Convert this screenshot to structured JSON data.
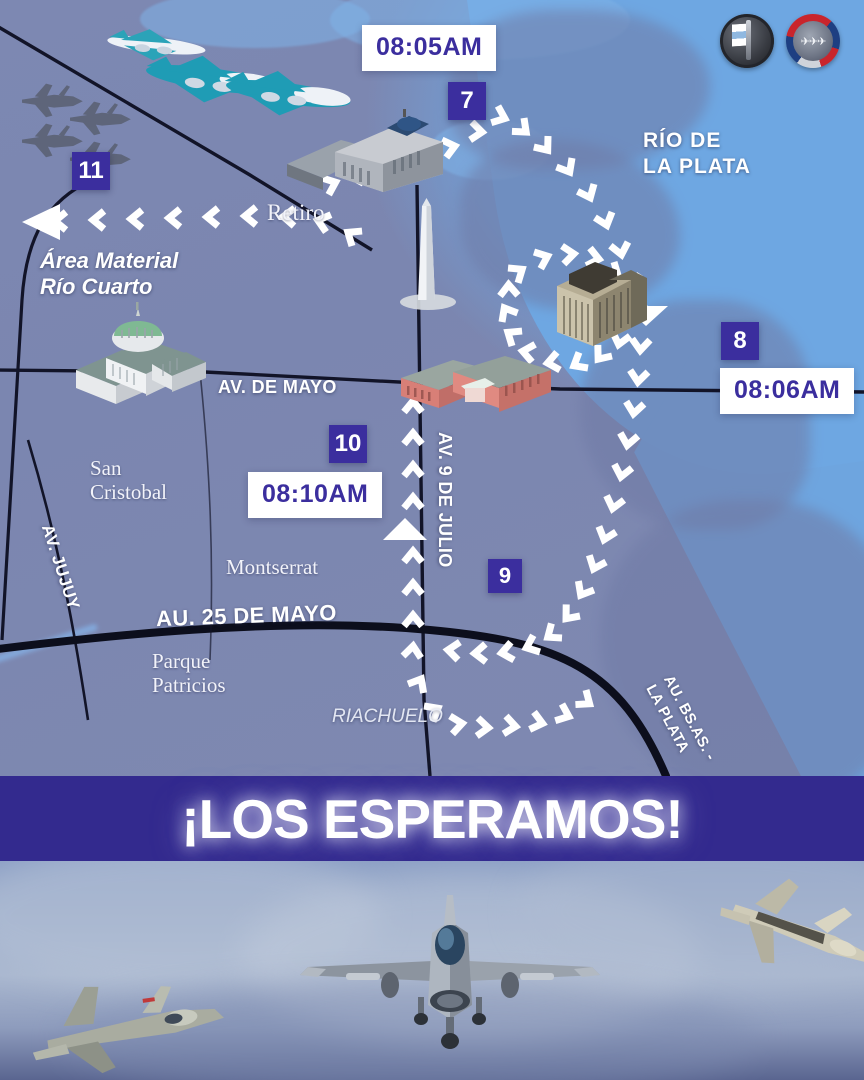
{
  "poster": {
    "banner_text": "¡LOS ESPERAMOS!",
    "accent_indigo": "#3b2e9e",
    "banner_bg": "#332a8e",
    "land_color": "#7b86b0",
    "water_color": "#6ea7e2",
    "label_white": "#ffffff"
  },
  "map": {
    "region_labels": [
      {
        "id": "rio-de-la-plata",
        "text": "RÍO DE\nLA PLATA",
        "line1": "RÍO DE",
        "line2": "LA PLATA"
      },
      {
        "id": "retiro",
        "text": "Retiro"
      },
      {
        "id": "san-cristobal",
        "line1": "San",
        "line2": "Cristobal"
      },
      {
        "id": "montserrat",
        "text": "Montserrat"
      },
      {
        "id": "parque-patricios",
        "line1": "Parque",
        "line2": "Patricios"
      },
      {
        "id": "riachuelo",
        "text": "RIACHUELO"
      }
    ],
    "area_material": {
      "line1": "Área Material",
      "line2": "Río Cuarto"
    },
    "avenues": [
      {
        "id": "av-de-mayo",
        "text": "AV. DE MAYO"
      },
      {
        "id": "av-9-de-julio",
        "text": "AV. 9 DE JULIO"
      },
      {
        "id": "av-jujuy",
        "text": "AV. JUJUY"
      },
      {
        "id": "au-25-de-mayo",
        "text": "AU. 25 DE MAYO"
      },
      {
        "id": "au-bsas-la-plata",
        "line1": "AU. BS.AS. -",
        "line2": "LA PLATA"
      }
    ],
    "waypoints": [
      {
        "number": "7",
        "time": "08:05AM"
      },
      {
        "number": "8",
        "time": "08:06AM"
      },
      {
        "number": "9",
        "time": ""
      },
      {
        "number": "10",
        "time": "08:10AM"
      },
      {
        "number": "11",
        "time": ""
      }
    ],
    "badge_7": "7",
    "badge_8": "8",
    "badge_9": "9",
    "badge_10": "10",
    "badge_11": "11",
    "time_7": "08:05AM",
    "time_8": "08:06AM",
    "time_10": "08:10AM",
    "landmarks": [
      {
        "id": "retiro-station",
        "name": "Retiro Station"
      },
      {
        "id": "obelisco",
        "name": "Obelisco"
      },
      {
        "id": "casa-rosada",
        "name": "Casa Rosada"
      },
      {
        "id": "congreso",
        "name": "Congreso Nacional"
      },
      {
        "id": "edificio-libertador",
        "name": "Edificio Libertador"
      }
    ],
    "aircraft_groups": [
      {
        "id": "airliners",
        "count": 3
      },
      {
        "id": "fighter-formation",
        "count": 4
      }
    ],
    "emblems": [
      {
        "id": "emblem-left",
        "name": "unit-emblem-1"
      },
      {
        "id": "emblem-right",
        "name": "unit-emblem-2"
      }
    ]
  },
  "photo": {
    "jets": [
      {
        "id": "jet-left",
        "name": "f16-left"
      },
      {
        "id": "jet-center",
        "name": "f16-center"
      },
      {
        "id": "jet-right",
        "name": "f16-right"
      }
    ]
  }
}
